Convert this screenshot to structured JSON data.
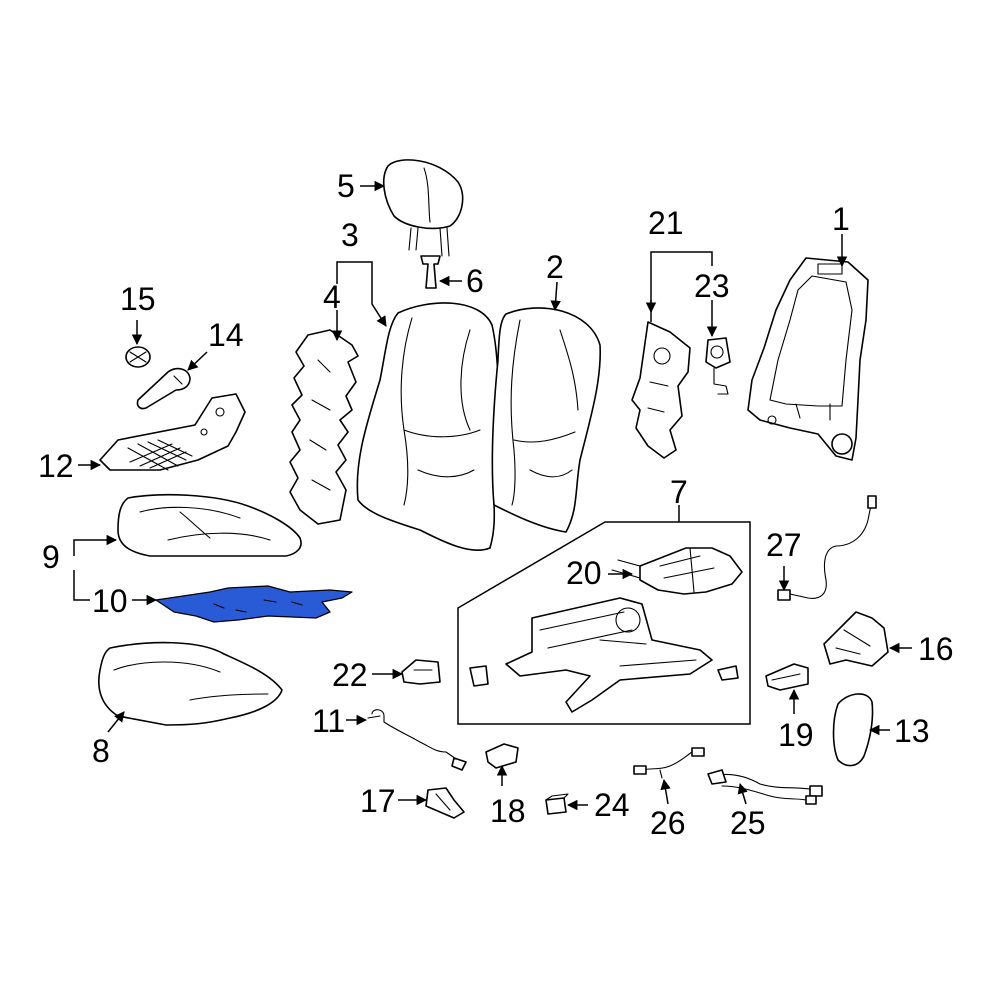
{
  "colors": {
    "highlight": "#2a5bd7",
    "line": "#000000",
    "background": "#ffffff"
  },
  "callouts": {
    "c1": "1",
    "c2": "2",
    "c3": "3",
    "c4": "4",
    "c5": "5",
    "c6": "6",
    "c7": "7",
    "c8": "8",
    "c9": "9",
    "c10": "10",
    "c11": "11",
    "c12": "12",
    "c13": "13",
    "c14": "14",
    "c15": "15",
    "c16": "16",
    "c17": "17",
    "c18": "18",
    "c19": "19",
    "c20": "20",
    "c21": "21",
    "c22": "22",
    "c23": "23",
    "c24": "24",
    "c25": "25",
    "c26": "26",
    "c27": "27"
  },
  "highlighted_part": "10"
}
